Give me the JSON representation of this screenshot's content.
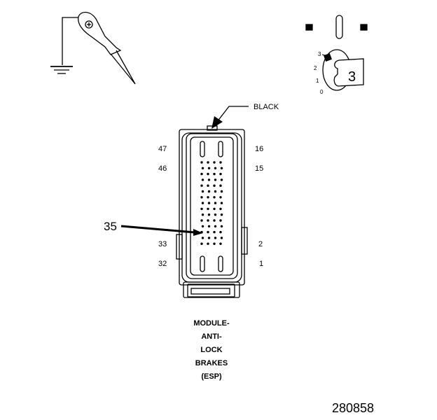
{
  "connector": {
    "color_label": "BLACK",
    "pins": {
      "top_left": "47",
      "top_right": "16",
      "row2_left": "46",
      "row2_right": "15",
      "row_b_left": "33",
      "row_b_right": "2",
      "bottom_left": "32",
      "bottom_right": "1"
    }
  },
  "callout": {
    "pin": "35"
  },
  "ignition": {
    "positions": [
      "3",
      "2",
      "1",
      "0"
    ],
    "key_number": "3"
  },
  "caption": [
    "MODULE-",
    "ANTI-",
    "LOCK",
    "BRAKES",
    "(ESP)"
  ],
  "figure_id": "280858"
}
